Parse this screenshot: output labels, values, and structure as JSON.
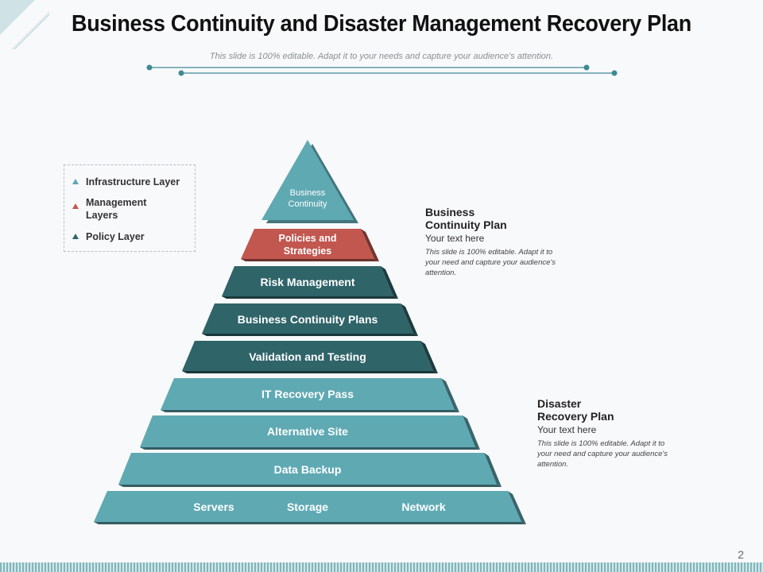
{
  "title": "Business Continuity and Disaster Management Recovery Plan",
  "subtitle": "This slide is 100% editable. Adapt it to your needs and capture your audience's attention.",
  "legend": [
    {
      "label": "Infrastructure Layer",
      "color": "#5fa9b3"
    },
    {
      "label": "Management Layers",
      "color": "#c2574f"
    },
    {
      "label": "Policy Layer",
      "color": "#2f6469"
    }
  ],
  "pyramid": {
    "apex": "Business Continuity",
    "layers": [
      {
        "label": "Policies and Strategies",
        "color": "#c2574f"
      },
      {
        "label": "Risk Management",
        "color": "#2f6469"
      },
      {
        "label": "Business Continuity Plans",
        "color": "#2f6469"
      },
      {
        "label": "Validation and Testing",
        "color": "#2f6469"
      },
      {
        "label": "IT Recovery Pass",
        "color": "#5fa9b3"
      },
      {
        "label": "Alternative Site",
        "color": "#5fa9b3"
      },
      {
        "label": "Data Backup",
        "color": "#5fa9b3"
      }
    ],
    "base": [
      "Servers",
      "Storage",
      "Network"
    ]
  },
  "notes": [
    {
      "title": "Business Continuity Plan",
      "text": "Your text here",
      "desc": "This slide is 100% editable. Adapt it to your need and capture your audience's attention."
    },
    {
      "title": "Disaster Recovery Plan",
      "text": "Your text here",
      "desc": "This slide is 100% editable. Adapt it to your need and capture your audience's attention."
    }
  ],
  "page_number": "2"
}
